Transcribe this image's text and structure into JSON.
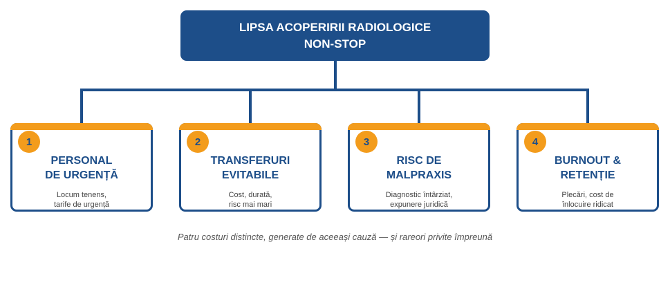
{
  "diagram": {
    "root": {
      "lines": [
        "LIPSA ACOPERIRII RADIOLOGICE",
        "NON-STOP"
      ]
    },
    "cards": [
      {
        "number": "1",
        "title_lines": [
          "PERSONAL",
          "DE URGENȚĂ"
        ],
        "desc_lines": [
          "Locum tenens,",
          "tarife de urgență"
        ]
      },
      {
        "number": "2",
        "title_lines": [
          "TRANSFERURI",
          "EVITABILE"
        ],
        "desc_lines": [
          "Cost, durată,",
          "risc mai mari"
        ]
      },
      {
        "number": "3",
        "title_lines": [
          "RISC DE",
          "MALPRAXIS"
        ],
        "desc_lines": [
          "Diagnostic întârziat,",
          "expunere juridică"
        ]
      },
      {
        "number": "4",
        "title_lines": [
          "BURNOUT &",
          "RETENȚIE"
        ],
        "desc_lines": [
          "Plecări, cost de",
          "înlocuire ridicat"
        ]
      }
    ],
    "caption": "Patru costuri distincte, generate de aceeași cauză — și rareori privite împreună"
  },
  "colors": {
    "primary": "#1d4e89",
    "accent": "#f39c1c",
    "description_text": "#444444",
    "caption_text": "#555555",
    "background": "#ffffff"
  }
}
